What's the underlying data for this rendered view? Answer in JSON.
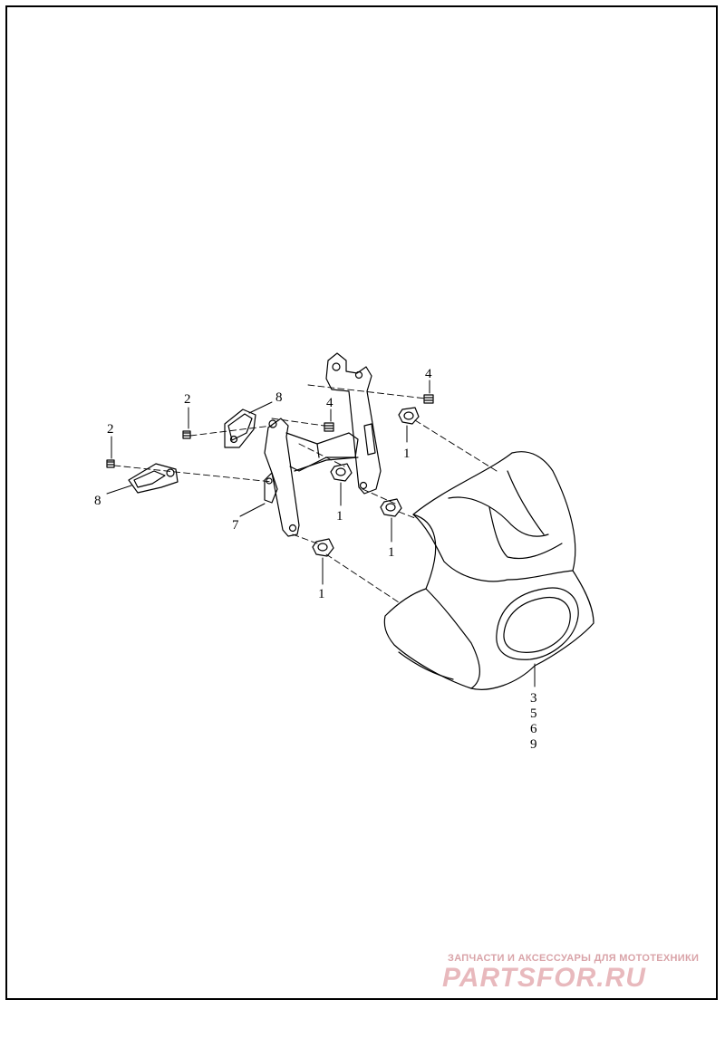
{
  "callouts": {
    "c1": "1",
    "c2": "1",
    "c3": "1",
    "c4": "1",
    "c2a": "2",
    "c2b": "2",
    "c4a": "4",
    "c4b": "4",
    "c7": "7",
    "c8a": "8",
    "c8b": "8",
    "c3569": [
      "3",
      "5",
      "6",
      "9"
    ]
  },
  "watermark": {
    "tagline": "ЗАПЧАСТИ И АКСЕССУАРЫ ДЛЯ МОТОТЕХНИКИ",
    "brand": "PARTSFOR.RU"
  }
}
